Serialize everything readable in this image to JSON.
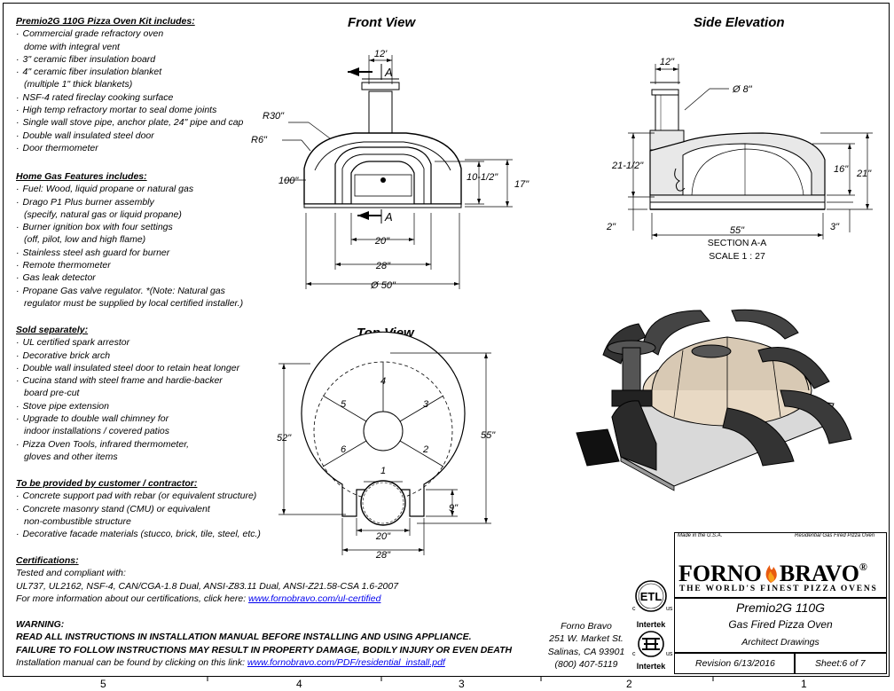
{
  "kit": {
    "heading": "Premio2G 110G Pizza Oven Kit includes:",
    "items": [
      {
        "t": "Commercial grade refractory oven",
        "b": true
      },
      {
        "t": "dome with integral vent",
        "b": false
      },
      {
        "t": "3\" ceramic fiber insulation board",
        "b": true
      },
      {
        "t": "4\" ceramic fiber insulation blanket",
        "b": true
      },
      {
        "t": "(multiple 1\" thick blankets)",
        "b": false
      },
      {
        "t": "NSF-4 rated fireclay cooking surface",
        "b": true
      },
      {
        "t": "High temp refractory mortar to seal dome joints",
        "b": true
      },
      {
        "t": "Single wall stove pipe, anchor plate, 24\" pipe and cap",
        "b": true
      },
      {
        "t": "Double wall insulated steel door",
        "b": true
      },
      {
        "t": "Door thermometer",
        "b": true
      }
    ]
  },
  "gas": {
    "heading": "Home Gas Features includes:",
    "items": [
      {
        "t": "Fuel: Wood, liquid propane or natural gas",
        "b": true
      },
      {
        "t": "Drago P1 Plus burner assembly",
        "b": true
      },
      {
        "t": "(specify, natural gas or liquid propane)",
        "b": false
      },
      {
        "t": "Burner ignition box with four settings",
        "b": true
      },
      {
        "t": "(off, pilot, low and high flame)",
        "b": false
      },
      {
        "t": "Stainless steel ash guard for burner",
        "b": true
      },
      {
        "t": "Remote thermometer",
        "b": true
      },
      {
        "t": "Gas leak detector",
        "b": true
      },
      {
        "t": "Propane Gas valve regulator. *(Note: Natural gas",
        "b": true
      },
      {
        "t": "regulator must be supplied by local certified installer.)",
        "b": false
      }
    ]
  },
  "sold": {
    "heading": "Sold separately:",
    "items": [
      {
        "t": "UL certified spark arrestor",
        "b": true
      },
      {
        "t": "Decorative brick arch",
        "b": true
      },
      {
        "t": "Double wall insulated steel door to retain heat longer",
        "b": true
      },
      {
        "t": "Cucina stand with steel frame and hardie-backer",
        "b": true
      },
      {
        "t": "board pre-cut",
        "b": false
      },
      {
        "t": "Stove pipe extension",
        "b": true
      },
      {
        "t": "Upgrade to double wall chimney for",
        "b": true
      },
      {
        "t": "indoor installations / covered patios",
        "b": false
      },
      {
        "t": "Pizza Oven Tools, infrared thermometer,",
        "b": true
      },
      {
        "t": "gloves and other items",
        "b": false
      }
    ]
  },
  "customer": {
    "heading": "To be provided by customer / contractor:",
    "items": [
      {
        "t": "Concrete support pad with rebar (or equivalent structure)",
        "b": true
      },
      {
        "t": "Concrete masonry stand (CMU) or equivalent",
        "b": true
      },
      {
        "t": "non-combustible structure",
        "b": false
      },
      {
        "t": "Decorative facade materials (stucco, brick, tile, steel, etc.)",
        "b": true
      }
    ]
  },
  "cert": {
    "heading": "Certifications:",
    "line1": "Tested and compliant with:",
    "line2": "UL737, UL2162, NSF-4, CAN/CGA-1.8 Dual, ANSI-Z83.11 Dual, ANSI-Z21.58-CSA 1.6-2007",
    "line3": "For more information about our certifications, click here: ",
    "link": "www.fornobravo.com/ul-certified"
  },
  "warning": {
    "heading": "WARNING:",
    "line1": "READ ALL INSTRUCTIONS IN INSTALLATION MANUAL BEFORE INSTALLING AND USING APPLIANCE.",
    "line2": "FAILURE TO FOLLOW INSTRUCTIONS MAY RESULT IN PROPERTY DAMAGE, BODILY INJURY OR EVEN DEATH",
    "line3": "Installation manual can be found by clicking on this link: ",
    "link": "www.fornobravo.com/PDF/residential_install.pdf"
  },
  "address": [
    "Forno Bravo",
    "251 W. Market St.",
    "Salinas, CA 93901",
    "(800) 407-5119"
  ],
  "marks": {
    "etl": "ETL",
    "intertek": "Intertek",
    "c": "c",
    "us": "us"
  },
  "front": {
    "title": "Front View",
    "flue": "12'",
    "r30": "R30\"",
    "r6": "R6\"",
    "d100": "100\"",
    "h10": "10-1/2\"",
    "h17": "17\"",
    "w20": "20\"",
    "w28": "28\"",
    "d50": "Ø 50\"",
    "section": "A"
  },
  "side": {
    "title": "Side Elevation",
    "flue": "12\"",
    "d8": "Ø 8\"",
    "h21half": "21-1/2\"",
    "h16": "16\"",
    "h21": "21\"",
    "b2": "2\"",
    "b3": "3\"",
    "l55": "55\"",
    "caption1": "SECTION A-A",
    "caption2": "SCALE 1 : 27"
  },
  "top": {
    "title": "Top View",
    "d52": "52\"",
    "d55": "55\"",
    "d9": "9\"",
    "w20": "20\"",
    "w28": "28\"",
    "segments": [
      "1",
      "2",
      "3",
      "4",
      "5",
      "6"
    ]
  },
  "titleblock": {
    "made": "Made in the U.S.A.",
    "type": "Residential Gas Fired Pizza Oven",
    "brand_left": "FORNO",
    "brand_right": "BRAVO",
    "reg": "®",
    "tagline": "THE WORLD'S FINEST PIZZA OVENS",
    "model": "Premio2G 110G",
    "desc": "Gas Fired Pizza Oven",
    "drawings": "Architect Drawings",
    "revision": "Revision  6/13/2016",
    "sheet": "Sheet:6 of 7"
  },
  "grid": [
    "5",
    "4",
    "3",
    "2",
    "1"
  ]
}
